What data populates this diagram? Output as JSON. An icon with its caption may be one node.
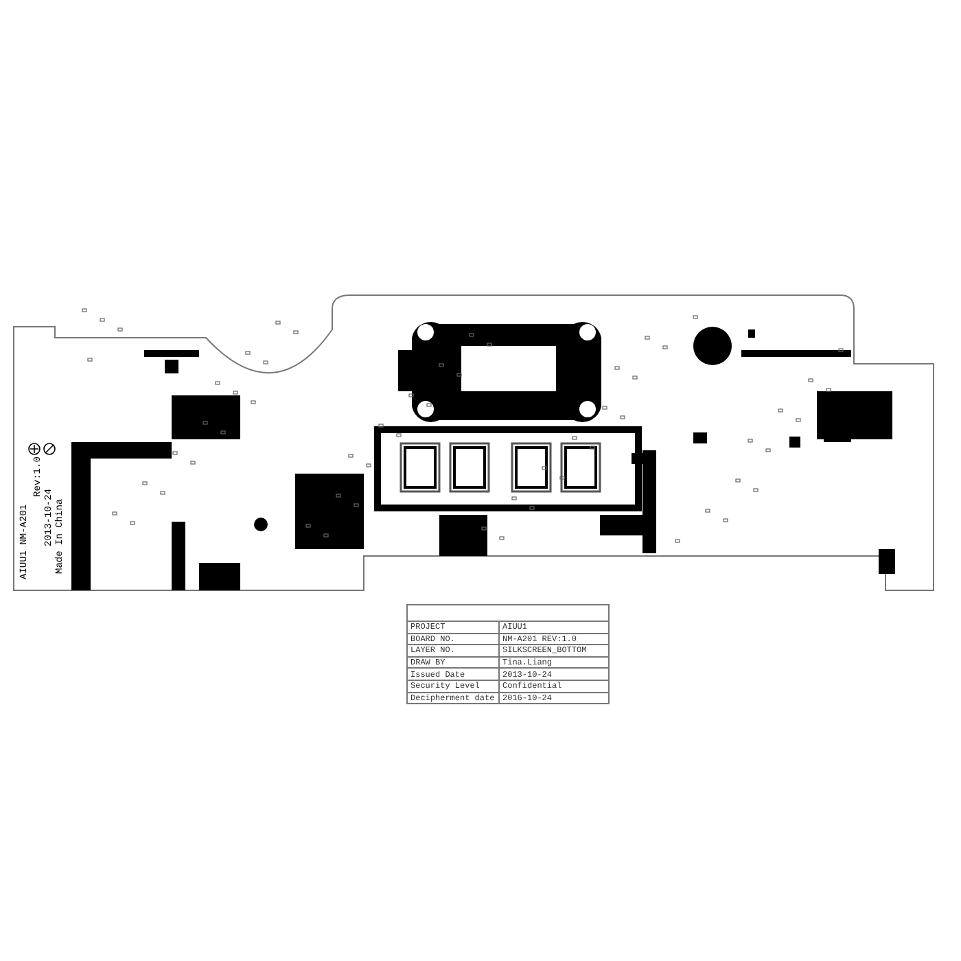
{
  "diagram": {
    "labels": [
      "AIUU1 NM-A201",
      "Rev:1.0",
      "2013-10-24",
      "Made In China",
      "PROJECT",
      "AIUU1",
      "BOARD NO.",
      "NM-A201 REV:1.0",
      "LAYER NO.",
      "SILKSCREEN_BOTTOM",
      "DRAW BY",
      "Tina.Liang",
      "Issued Date",
      "2013-10-24",
      "Security Level",
      "Confidential",
      "Decipherment date",
      "2016-10-24"
    ]
  }
}
